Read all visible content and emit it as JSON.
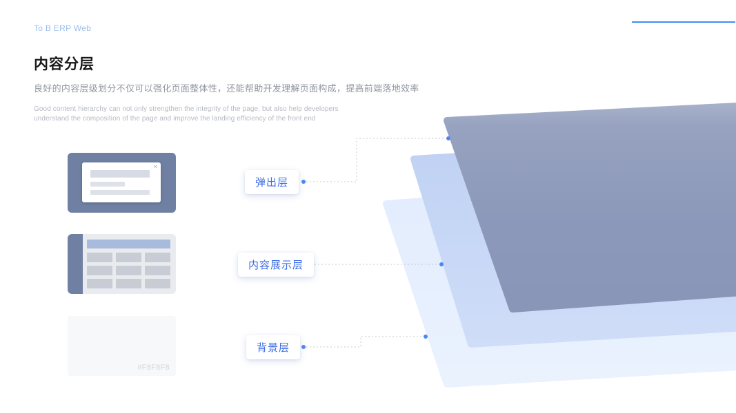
{
  "header": {
    "brand": "To B ERP Web"
  },
  "title": "内容分层",
  "subtitle_zh": "良好的内容层级划分不仅可以强化页面整体性，还能帮助开发理解页面构成，提高前端落地效率",
  "subtitle_en": "Good content hierarchy can not only strengthen the integrity of the page, but also help developers understand the composition of the page and improve the landing efficiency of the front end",
  "layers": [
    {
      "label": "弹出层"
    },
    {
      "label": "内容展示层"
    },
    {
      "label": "背景层"
    }
  ],
  "background_swatch": "#F8F8F8",
  "colors": {
    "accent_line": "#3E8EF7",
    "brand_text": "#9BBCEC",
    "tag_text": "#3D6DE5",
    "connector_dot": "#4E87F5",
    "connector_line": "#C3CAD6",
    "illustration_dark": "#6F80A3",
    "stack_layer_top": "#8C98B9",
    "stack_layer_middle": "#C6D7F6",
    "stack_layer_back": "#E6EFFD"
  }
}
